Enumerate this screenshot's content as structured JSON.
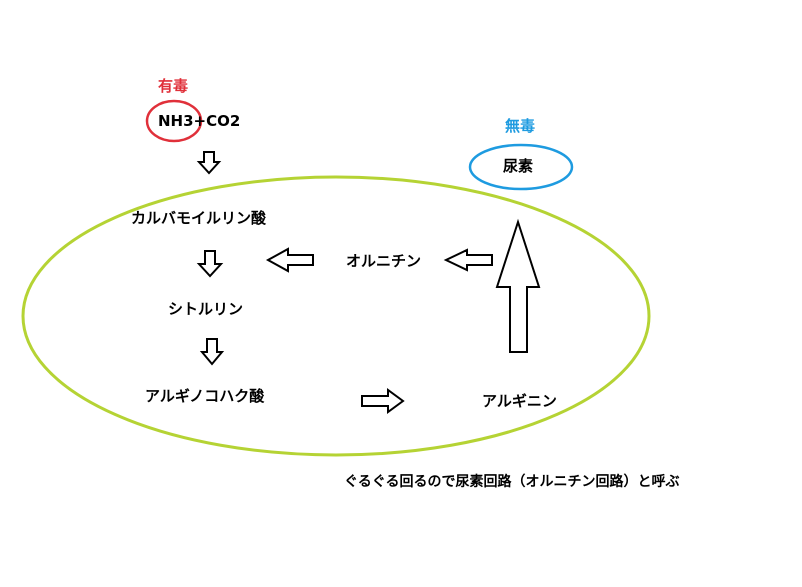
{
  "labels": {
    "toxic": "有毒",
    "reactants": "NH3+CO2",
    "nontoxic": "無毒",
    "urea": "尿素",
    "carbamoyl_phosphate": "カルバモイルリン酸",
    "ornithine": "オルニチン",
    "citrulline": "シトルリン",
    "argininosuccinate": "アルギノコハク酸",
    "arginine": "アルギニン",
    "caption": "ぐるぐる回るので尿素回路（オルニチン回路）と呼ぶ"
  },
  "colors": {
    "toxic": "#e0303a",
    "nontoxic": "#1e9be0",
    "cycle_ellipse": "#b5d334",
    "arrows": "#000000"
  }
}
